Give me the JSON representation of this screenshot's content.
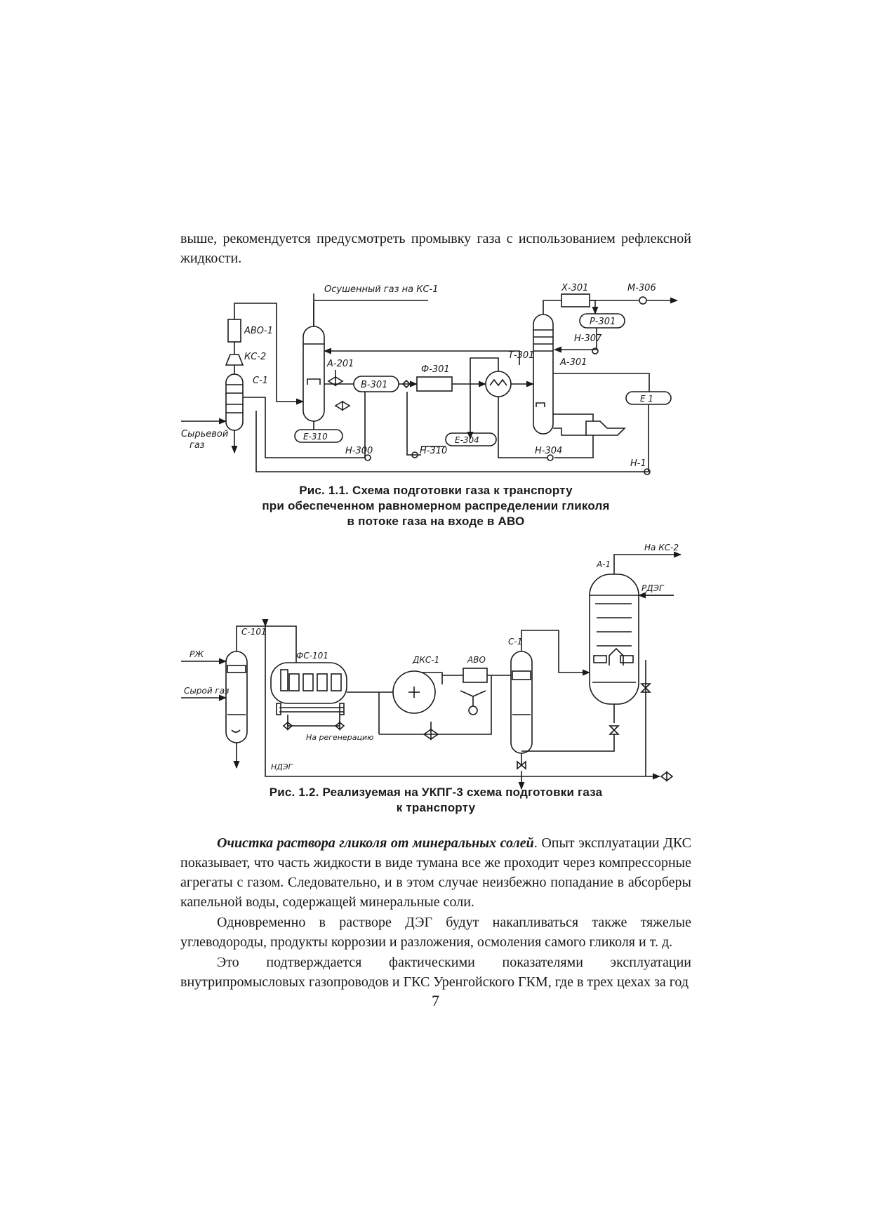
{
  "intro_text": "выше, рекомендуется предусмотреть промывку газа с использованием рефлексной жидкости.",
  "figure1": {
    "caption_line1": "Рис. 1.1. Схема подготовки газа к транспорту",
    "caption_line2": "при обеспеченном равномерном распределении гликоля",
    "caption_line3": "в потоке газа на входе в АВО",
    "labels": {
      "dry_gas": "Осушенный газ на КС-1",
      "avo1": "АВО-1",
      "ks2": "КС-2",
      "s1": "С-1",
      "raw_gas_1": "Сырьевой",
      "raw_gas_2": "газ",
      "a201": "А-201",
      "e310": "Е-310",
      "v301": "В-301",
      "f301": "Ф-301",
      "t301": "Т-301",
      "x301": "Х-301",
      "m306": "М-306",
      "r301": "Р-301",
      "n307": "Н-307",
      "a301": "А-301",
      "e1": "Е 1",
      "e304": "Е-304",
      "n310": "Н-310",
      "n300": "Н-300",
      "n304": "Н-304",
      "n1": "Н-1"
    }
  },
  "figure2": {
    "caption_line1": "Рис. 1.2. Реализуемая на УКПГ-3 схема подготовки газа",
    "caption_line2": "к транспорту",
    "labels": {
      "to_ks2": "На КС-2",
      "a1": "А-1",
      "rdeg": "РДЭГ",
      "s101": "С-101",
      "rzh": "РЖ",
      "raw_gas": "Сырой газ",
      "fs101": "ФС-101",
      "dks1": "ДКС-1",
      "avo": "АВО",
      "s1": "С-1",
      "to_regen": "На регенерацию",
      "ndeg": "НДЭГ"
    }
  },
  "paragraph1_heading": "Очистка раствора гликоля от минеральных солей",
  "paragraph1_body": ". Опыт эксплуатации ДКС показывает, что часть жидкости в виде тумана все же проходит через компрессорные агрегаты с газом. Следовательно, и в этом случае неизбежно попадание в абсорберы капельной воды, содержащей минеральные соли.",
  "paragraph2": "Одновременно в растворе ДЭГ будут накапливаться также тяжелые углеводороды, продукты коррозии и разложения, осмоления самого гликоля и т. д.",
  "paragraph3": "Это подтверждается фактическими показателями эксплуатации внутрипромысловых газопроводов и ГКС Уренгойского ГКМ, где в трех цехах за год",
  "page_number": "7"
}
